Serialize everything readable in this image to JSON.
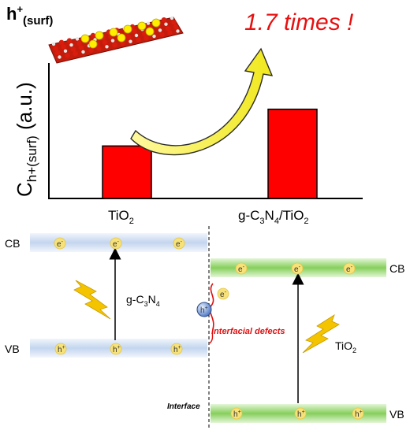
{
  "chart": {
    "ylabel_main": "C",
    "ylabel_sub": "h+(surf)",
    "ylabel_unit": " (a.u.)",
    "annotation": "1.7 times !",
    "inset_label_main": "h",
    "inset_label_sup": "+",
    "inset_label_sub": "(surf)",
    "tick_tio2_main": "TiO",
    "tick_tio2_sub": "2",
    "tick_gcn_1": "g-C",
    "tick_gcn_sub1": "3",
    "tick_gcn_2": "N",
    "tick_gcn_sub2": "4",
    "tick_gcn_3": "/TiO",
    "tick_gcn_sub3": "2"
  },
  "chart_data": {
    "type": "bar",
    "categories": [
      "TiO2",
      "g-C3N4/TiO2"
    ],
    "values": [
      1.0,
      1.7
    ],
    "ylabel": "C h+(surf) (a.u.)",
    "ylim": [
      0,
      2.4
    ]
  },
  "diagram": {
    "cb_left": "CB",
    "vb_left": "VB",
    "cb_right": "CB",
    "vb_right": "VB",
    "gcn_label_1": "g-C",
    "gcn_label_sub1": "3",
    "gcn_label_2": "N",
    "gcn_label_sub2": "4",
    "tio2_label": "TiO",
    "tio2_label_sub": "2",
    "defects_label": "Interfacial defects",
    "interface_label": "Interface",
    "electron": "e",
    "electron_sup": "-",
    "hole": "h",
    "hole_sup": "+"
  },
  "colors": {
    "bar": "#ff0000",
    "band_blue": "#c9d9ee",
    "band_green": "#8fd16a",
    "arrow_yellow": "#f5ef2a",
    "lightning": "#f5c400",
    "annotation": "#e81010"
  }
}
